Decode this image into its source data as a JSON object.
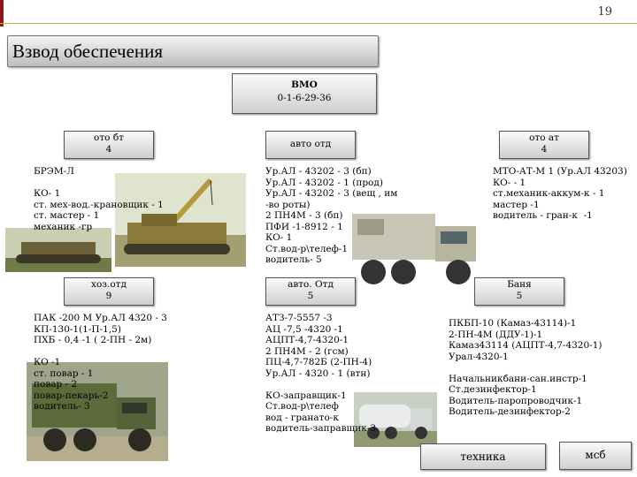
{
  "page_number": "19",
  "title": "Взвод обеспечения",
  "vmo": {
    "title": "ВМО",
    "numbers": "0-1-6-29-36"
  },
  "oto_bt": {
    "title": "ото бт",
    "number": "4"
  },
  "avto_otd": {
    "title": "авто отд"
  },
  "oto_at": {
    "title": "ото ат",
    "number": "4"
  },
  "brem_text": "БРЭМ-Л\n\nКО- 1\nст. мех-вод.-крановщик - 1\nст. мастер - 1\nмеханик -гр",
  "avto_list": "Ур.АЛ - 43202 - 3 (бп)\nУр.АЛ - 43202 - 1 (прод)\nУр.АЛ - 43202 - 3 (вещ , им\n-во роты)\n2 ПН4М - 3 (бп)\nПФИ -1-8912 - 1\nКО- 1\nСт.вод-р\\телеф-1\nводитель- 5",
  "mto_text": "МТО-АТ-М 1 (Ур.АЛ 43203)\nКО- - 1\nст.механик-аккум-к - 1\nмастер -1\nводитель - гран-к  -1",
  "hoz_otd": {
    "title": "хоз.отд",
    "number": "9"
  },
  "avto_otd2": {
    "title": "авто. Отд",
    "number": "5"
  },
  "banya": {
    "title": "Баня",
    "number": "5"
  },
  "hoz_list": "ПАК -200 М Ур.АЛ 4320 - 3\nКП-130-1(1-П-1,5)\nПХБ - 0,4 -1 ( 2-ПН - 2м)\n\nКО -1\nст. повар - 1\nповар - 2\nповар-пекарь-2\nводитель- 3",
  "azt_list": "АТЗ-7-5557 -3\nАЦ -7,5 -4320 -1\nАЦПТ-4,7-4320-1\n2 ПН4М - 2 (гсм)\nПЦ-4,7-782Б (2-ПН-4)\nУр.АЛ - 4320 - 1 (втн)\n\nКО-заправщик-1\nСт.вод-р\\телеф\nвод - гранато-к\nводитель-заправщик-3",
  "banya_list": "ПКБП-10 (Камаз-43114)-1\n2-ПН-4М (ДДУ-1)-1\nКамаз43114 (АЦПТ-4,7-4320-1)\nУрал-4320-1\n\nНачальникбани-сан.инстр-1\nСт.дезинфектор-1\nВодитель-паропроводчик-1\nВодитель-дезинфектор-2",
  "tehnika_button": "техника",
  "mchs_button": "мсб"
}
